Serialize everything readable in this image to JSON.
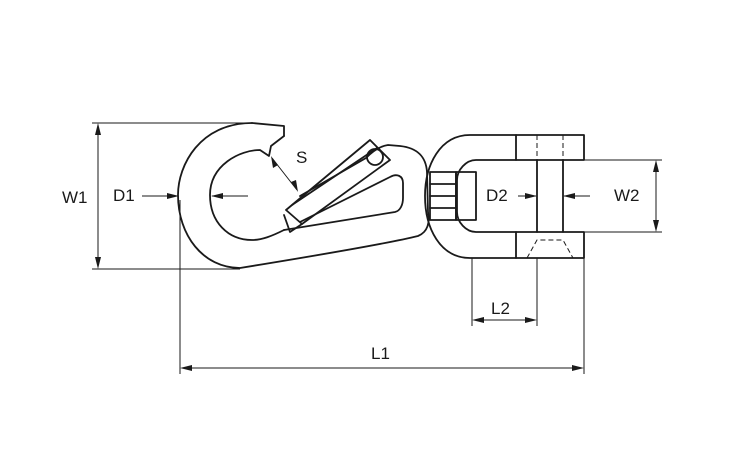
{
  "labels": {
    "w1": "W1",
    "d1": "D1",
    "s": "S",
    "d2": "D2",
    "w2": "W2",
    "l2": "L2",
    "l1": "L1"
  },
  "colors": {
    "line": "#1a1a1a",
    "background": "#ffffff"
  }
}
